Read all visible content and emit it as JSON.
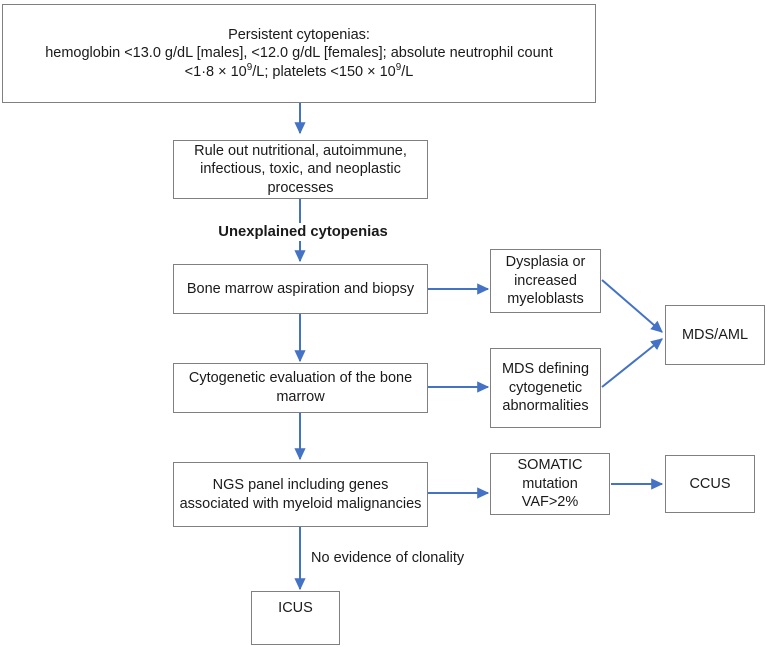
{
  "diagram": {
    "type": "clinical-flowchart",
    "title_present": false,
    "accent_color": "#4472C4",
    "box_border_color": "#808080",
    "background_color": "#FFFFFF",
    "text_color": "#1A1A1A"
  },
  "nodes": {
    "persistent_cytopenias": {
      "line1": "Persistent cytopenias:",
      "line2": "hemoglobin <13.0 g/dL [males], <12.0 g/dL [females]; absolute neutrophil count",
      "line3_a": "<1·8 × 10",
      "line3_sup1": "9",
      "line3_b": "/L; platelets <150  × 10",
      "line3_sup2": "9",
      "line3_c": "/L",
      "full_text": "Persistent cytopenias: hemoglobin <13.0 g/dL [males], <12.0 g/dL [females]; absolute neutrophil count <1·8 × 10⁹/L; platelets <150 × 10⁹/L"
    },
    "rule_out": {
      "text": "Rule out nutritional, autoimmune, infectious, toxic, and neoplastic processes"
    },
    "bone_marrow": {
      "text": "Bone marrow aspiration and biopsy"
    },
    "cytogenetic": {
      "text": "Cytogenetic evaluation of the bone marrow"
    },
    "ngs_panel": {
      "text": "NGS panel including genes associated with myeloid malignancies"
    },
    "dysplasia": {
      "text": "Dysplasia or increased myeloblasts"
    },
    "mds_defining": {
      "text": "MDS defining cytogenetic abnormalities"
    },
    "somatic_mutation": {
      "text": "SOMATIC mutation VAF>2%"
    },
    "mds_aml": {
      "text": "MDS/AML"
    },
    "ccus": {
      "text": "CCUS"
    },
    "icus": {
      "text": "ICUS"
    }
  },
  "edge_labels": {
    "unexplained_cytopenias": "Unexplained cytopenias",
    "no_evidence_clonality": "No evidence of clonality"
  }
}
